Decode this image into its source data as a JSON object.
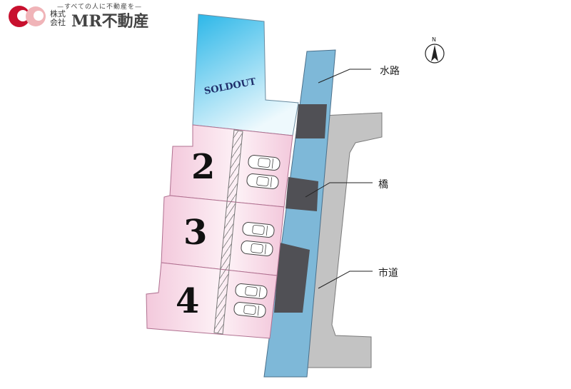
{
  "logo": {
    "tagline": "—すべての人に不動産を—",
    "kind": "株式会社",
    "name": "MR不動産",
    "colors": {
      "red": "#c8102e",
      "pink": "#f0b4b8"
    }
  },
  "compass": {
    "label": "N",
    "icon": "north-arrow-icon"
  },
  "lots": [
    {
      "id": "soldout",
      "label": "SOLDOUT",
      "status": "sold",
      "color": "#bfe6f5"
    },
    {
      "id": "2",
      "label": "2",
      "parking_cars": 2,
      "color": "#f4cfe0"
    },
    {
      "id": "3",
      "label": "3",
      "parking_cars": 2,
      "color": "#f4cfe0"
    },
    {
      "id": "4",
      "label": "4",
      "parking_cars": 2,
      "color": "#f4cfe0"
    }
  ],
  "callouts": {
    "waterway": "水路",
    "bridge": "橋",
    "city_road": "市道"
  },
  "colors": {
    "waterway": "#7eb8d8",
    "bridge": "#505055",
    "road": "#c3c3c3",
    "lot_edge": "#b07090"
  }
}
